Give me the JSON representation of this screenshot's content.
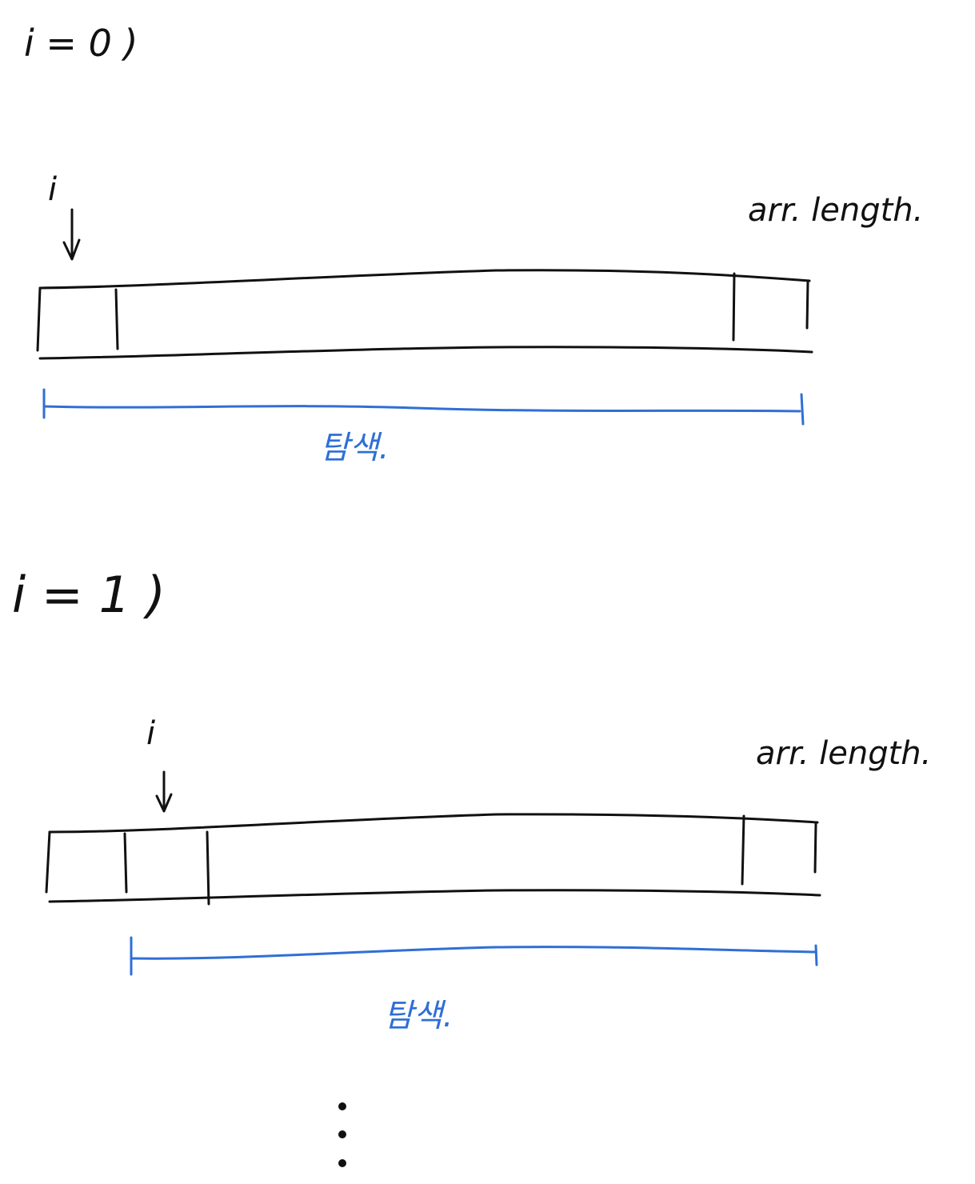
{
  "sections": [
    {
      "heading": "i = 0 )",
      "pointer_label": "i",
      "end_label": "arr. length.",
      "range_label": "탐색.",
      "pointer_index": 0,
      "range_start_index": 0
    },
    {
      "heading": "i = 1 )",
      "pointer_label": "i",
      "end_label": "arr. length.",
      "range_label": "탐색.",
      "pointer_index": 1,
      "range_start_index": 1
    }
  ],
  "continuation": "⋮",
  "colors": {
    "ink": "#111111",
    "range": "#2f6fd6"
  }
}
